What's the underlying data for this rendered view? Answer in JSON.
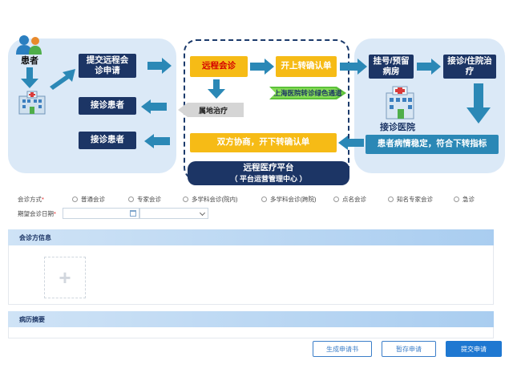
{
  "diagram": {
    "patient": "患者",
    "submit_request": "提交远程会诊申请",
    "receive_patient_1": "接诊患者",
    "receive_patient_2": "接诊患者",
    "remote_consult": "远程会诊",
    "open_referral": "开上转确认单",
    "green_channel": "上海医院转诊绿色通道",
    "local_treatment": "属地治疗",
    "negotiate": "双方协商，开下转确认单",
    "platform_title": "远程医疗平台",
    "platform_sub": "（ 平台运营管理中心 ）",
    "register": "挂号/预留病房",
    "admit": "接诊/住院治疗",
    "receiving_hospital": "接诊医院",
    "stable": "患者病情稳定，符合下转指标"
  },
  "colors": {
    "navy": "#1c3565",
    "teal": "#2b88b6",
    "yellow": "#f6bb16",
    "panel": "#dbe9f7",
    "primary": "#1f78d1"
  },
  "form": {
    "consult_mode_label": "会诊方式",
    "consult_options": [
      "普通会诊",
      "专家会诊",
      "多学科会诊(院内)",
      "多学科会诊(跨院)",
      "点名会诊",
      "知名专家会诊",
      "急诊"
    ],
    "date_label": "期望会诊日期",
    "required_mark": "*",
    "section_consult_party": "会诊方信息",
    "section_history": "病历摘要",
    "upload_icon": "+"
  },
  "buttons": {
    "generate": "生成申请书",
    "save": "暂存申请",
    "submit": "提交申请"
  }
}
